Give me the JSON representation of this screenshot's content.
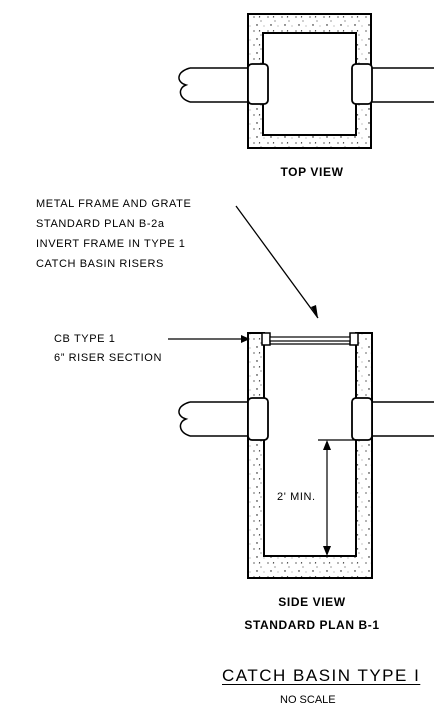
{
  "top_view": {
    "caption": "TOP VIEW"
  },
  "callout_frame": {
    "lines": [
      "METAL FRAME AND GRATE",
      "STANDARD PLAN B-2a",
      "INVERT FRAME IN TYPE 1",
      "CATCH BASIN RISERS"
    ]
  },
  "callout_riser": {
    "lines": [
      "CB TYPE 1",
      "6” RISER SECTION"
    ]
  },
  "side_view": {
    "caption": "SIDE VIEW",
    "reference": "STANDARD PLAN B-1",
    "dimension_label": "2' MIN."
  },
  "title": {
    "main": "CATCH BASIN TYPE I",
    "scale": "NO SCALE"
  },
  "colors": {
    "line": "#000000",
    "concrete": "#ffffff",
    "speckle": "#000000"
  }
}
